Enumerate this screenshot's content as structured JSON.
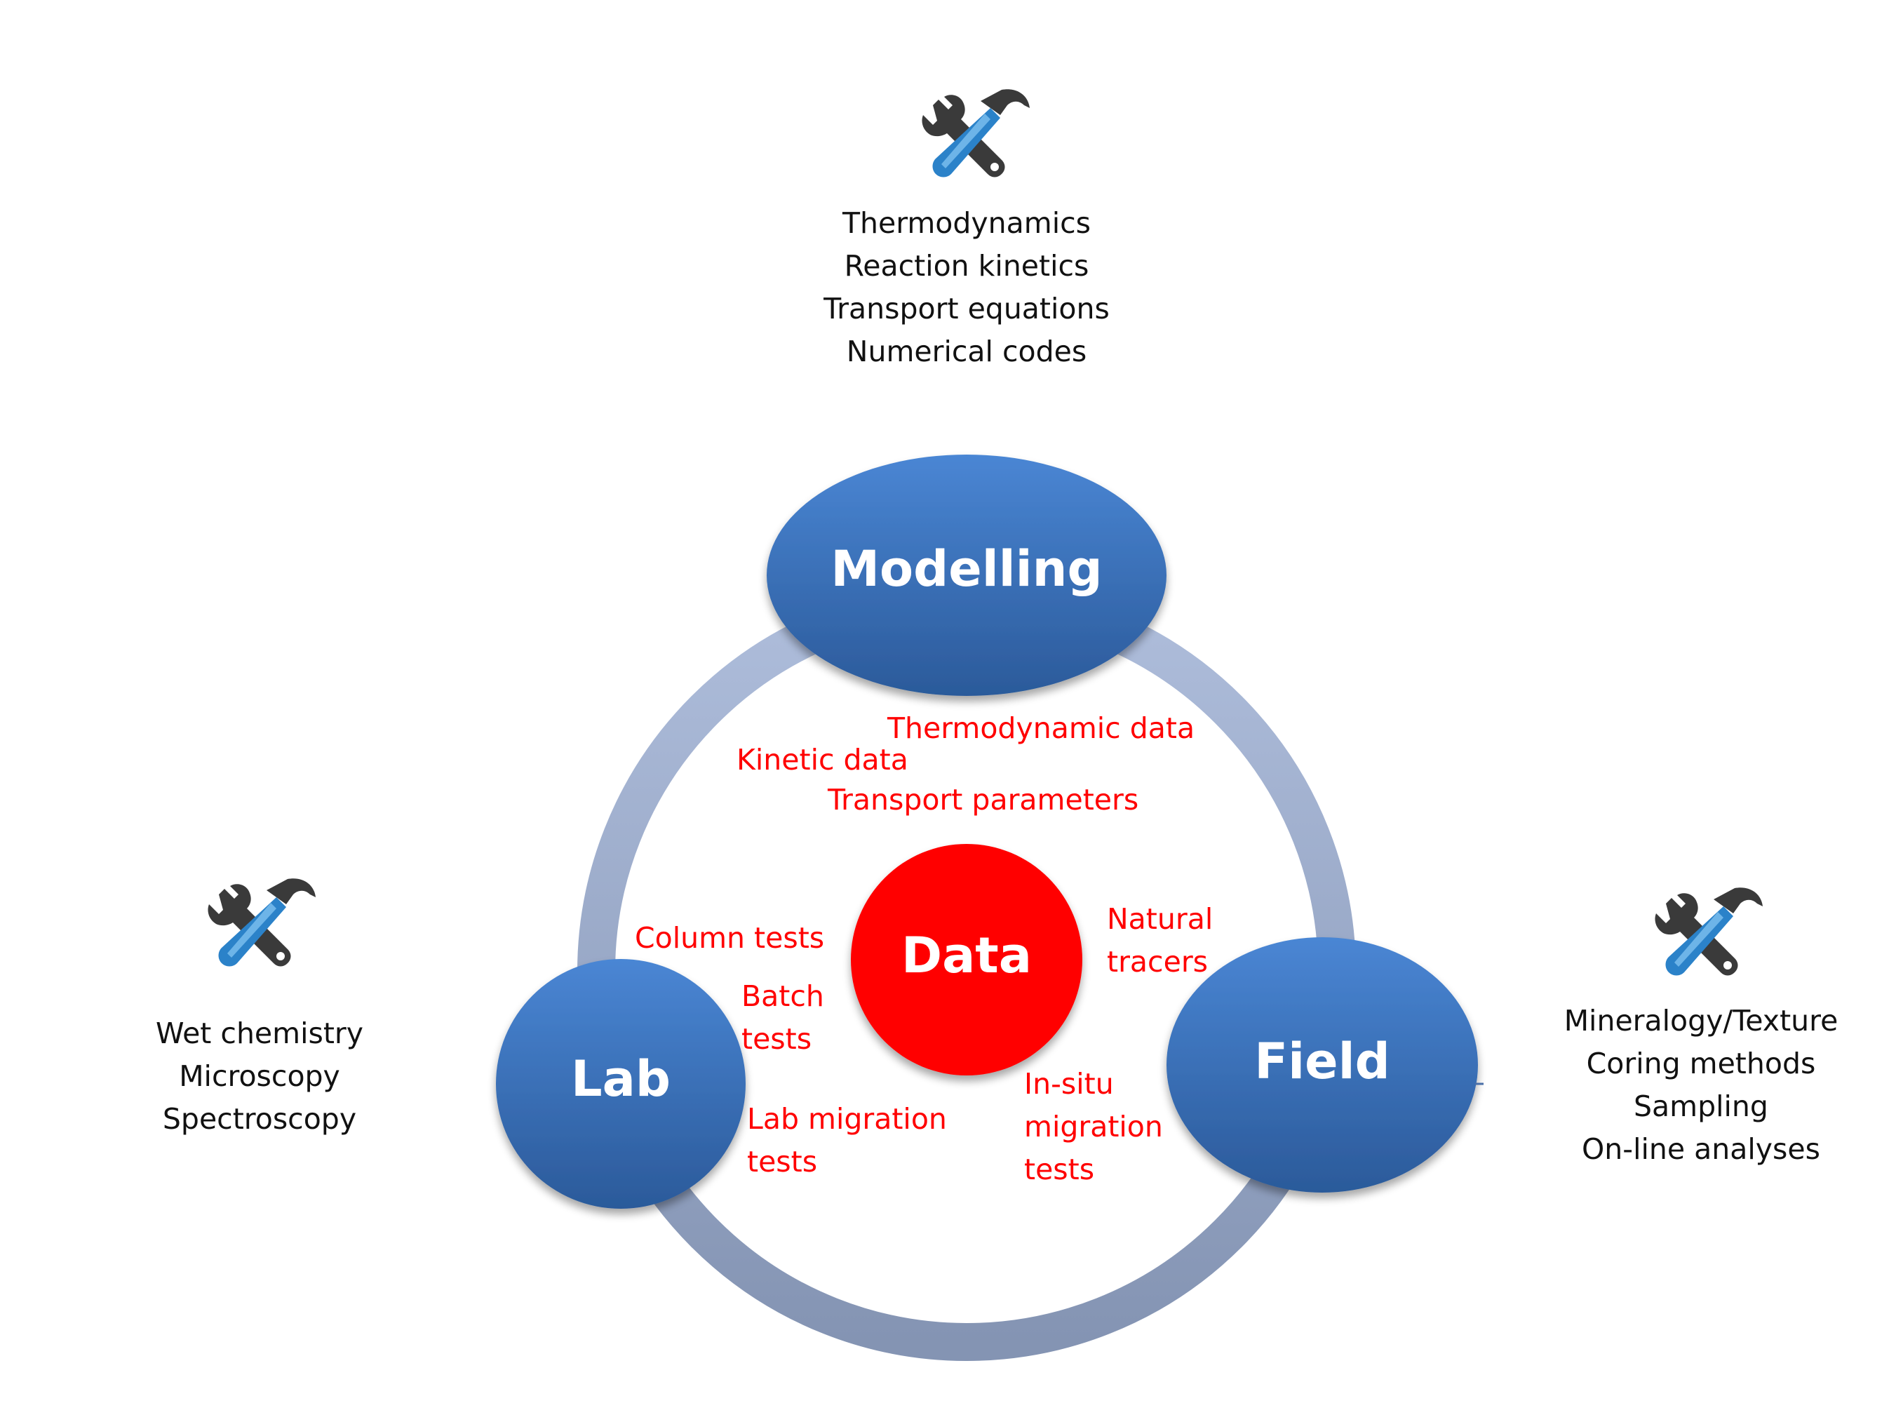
{
  "nodes": {
    "modelling": "Modelling",
    "lab": "Lab",
    "field": "Field",
    "data": "Data"
  },
  "tool_lists": {
    "modelling": [
      "Thermodynamics",
      "Reaction kinetics",
      "Transport equations",
      "Numerical codes"
    ],
    "lab": [
      "Wet chemistry",
      "Microscopy",
      "Spectroscopy"
    ],
    "field": [
      "Mineralogy/Texture",
      "Coring methods",
      "Sampling",
      "On-line analyses"
    ]
  },
  "data_labels": {
    "thermodynamic": "Thermodynamic data",
    "kinetic": "Kinetic data",
    "transport": "Transport parameters",
    "column": "Column tests",
    "batch": [
      "Batch",
      "tests"
    ],
    "lab_migration": [
      "Lab migration",
      "tests"
    ],
    "natural_tracers": [
      "Natural",
      "tracers"
    ],
    "insitu_migration": [
      "In-situ",
      "migration",
      "tests"
    ]
  },
  "icons": {
    "top": "tools-icon",
    "left": "tools-icon",
    "right": "tools-icon"
  },
  "colors": {
    "node_blue_top": "#4a86d4",
    "node_blue_bottom": "#2b5a9a",
    "data_red": "#ff0000",
    "ring": "#9aaccb",
    "label_red": "#ff0000"
  }
}
